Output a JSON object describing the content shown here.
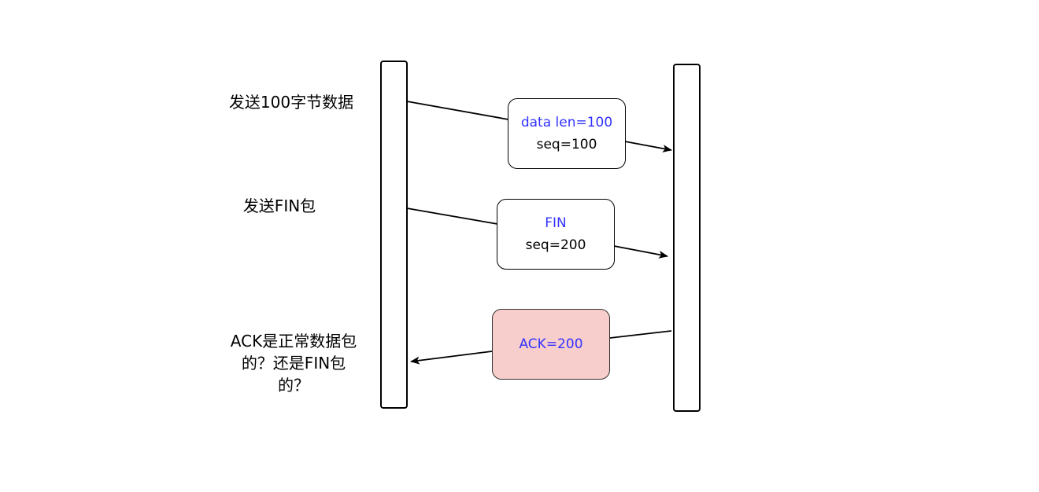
{
  "diagram": {
    "type": "sequence",
    "left_labels": {
      "send_data": "发送100字节数据",
      "send_fin": "发送FIN包",
      "question_line1": "ACK是正常数据包",
      "question_line2": "的？还是FIN包",
      "question_line3": "的？"
    },
    "messages": [
      {
        "line1": "data len=100",
        "line2": "seq=100",
        "direction": "left-to-right"
      },
      {
        "line1": "FIN",
        "line2": "seq=200",
        "direction": "left-to-right"
      },
      {
        "line1": "ACK=200",
        "direction": "right-to-left"
      }
    ],
    "colors": {
      "highlight_text": "#3333ff",
      "ack_fill": "#f8cecc",
      "stroke": "#000000"
    }
  }
}
